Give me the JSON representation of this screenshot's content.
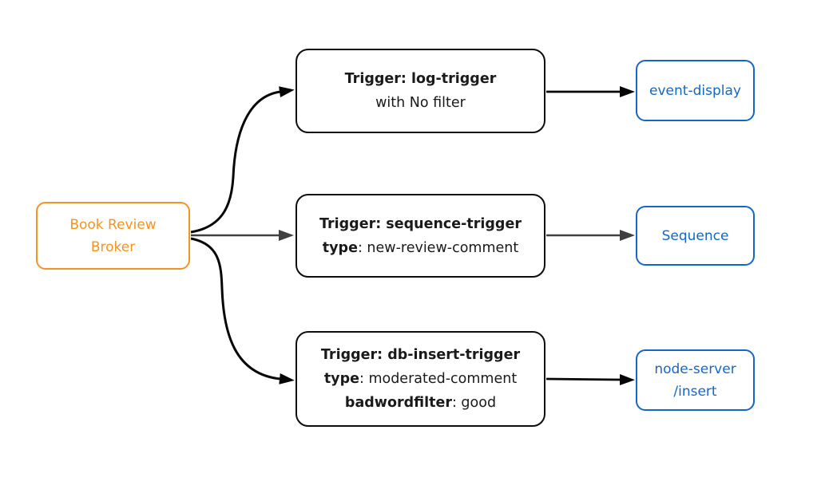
{
  "colors": {
    "broker_accent": "#F39422",
    "sink_accent": "#1667C5",
    "node_border": "#0D0D0D",
    "node_text": "#1A1A1A",
    "edge_dark": "#060606",
    "edge_gray": "#404040",
    "background": "#FFFFFF"
  },
  "nodes": {
    "broker": {
      "label_line1": "Book Review",
      "label_line2": "Broker"
    },
    "trigger_log": {
      "title": "Trigger: log-trigger",
      "filter_note": "with No filter"
    },
    "trigger_sequence": {
      "title": "Trigger: sequence-trigger",
      "attributes": [
        {
          "key": "type",
          "value": ": new-review-comment"
        }
      ]
    },
    "trigger_db_insert": {
      "title": "Trigger: db-insert-trigger",
      "attributes": [
        {
          "key": "type",
          "value": ": moderated-comment"
        },
        {
          "key": "badwordfilter",
          "value": ": good"
        }
      ]
    },
    "sink_event_display": {
      "label": "event-display"
    },
    "sink_sequence": {
      "label": "Sequence"
    },
    "sink_node_server": {
      "label_line1": "node-server",
      "label_line2": "/insert"
    }
  },
  "edges": [
    {
      "from": "broker",
      "to": "trigger_log",
      "color": "black",
      "style": "curved"
    },
    {
      "from": "broker",
      "to": "trigger_sequence",
      "color": "gray",
      "style": "straight"
    },
    {
      "from": "broker",
      "to": "trigger_db_insert",
      "color": "black",
      "style": "curved"
    },
    {
      "from": "trigger_log",
      "to": "sink_event_display",
      "color": "black",
      "style": "straight"
    },
    {
      "from": "trigger_sequence",
      "to": "sink_sequence",
      "color": "gray",
      "style": "straight"
    },
    {
      "from": "trigger_db_insert",
      "to": "sink_node_server",
      "color": "black",
      "style": "straight"
    }
  ]
}
